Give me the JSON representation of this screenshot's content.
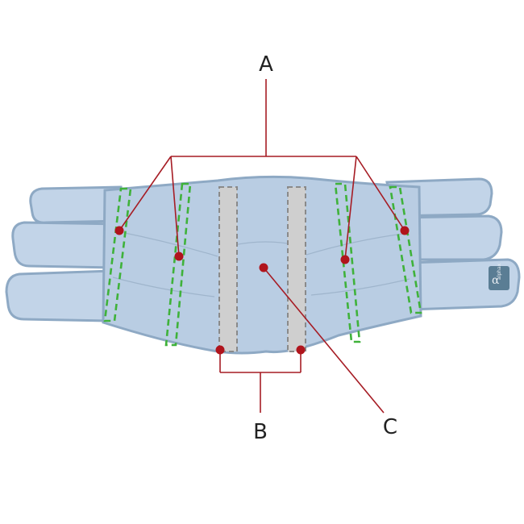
{
  "colors": {
    "background": "#ffffff",
    "belt_fill": "#b9cde3",
    "belt_edge": "#8ea9c4",
    "strap_fill": "#c2d4e8",
    "panel_fill": "#cfcfcf",
    "panel_dash": "#8a8a8a",
    "stay_dash": "#3fb23a",
    "leader_line": "#a61c24",
    "marker_dot": "#b0141c",
    "label_text": "#222222",
    "badge_fill": "#5a7d94"
  },
  "callouts": {
    "a": {
      "label": "A"
    },
    "b": {
      "label": "B"
    },
    "c": {
      "label": "C"
    }
  },
  "badge": {
    "mark": "α",
    "text": "alphax"
  }
}
